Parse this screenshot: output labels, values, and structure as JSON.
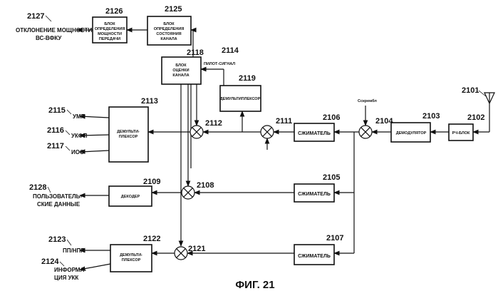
{
  "figure": {
    "caption": "ФИГ. 21"
  },
  "blocks": {
    "b2126": {
      "ref": "2126",
      "lines": [
        "БЛОК",
        "ОПРЕДЕЛЕНИЯ",
        "МОЩНОСТИ",
        "ПЕРЕДАЧИ"
      ]
    },
    "b2125": {
      "ref": "2125",
      "lines": [
        "БЛОК",
        "ОПРЕДЕЛЕНИЯ",
        "СОСТОЯНИЯ",
        "КАНАЛА"
      ]
    },
    "b2118": {
      "ref": "2118",
      "lines": [
        "БЛОК",
        "ОЦЕНКИ",
        "КАНАЛА"
      ]
    },
    "b2119": {
      "ref": "2119",
      "lines": [
        "ДЕМУЛЬТИПЛЕКСОР"
      ]
    },
    "b2113": {
      "ref": "2113",
      "lines": [
        "ДЕМУЛЬТИ-",
        "ПЛЕКСОР"
      ]
    },
    "b2109": {
      "ref": "2109",
      "lines": [
        "ДЕКОДЕР"
      ]
    },
    "b2122": {
      "ref": "2122",
      "lines": [
        "ДЕМУЛЬТИ-",
        "ПЛЕКСОР"
      ]
    },
    "b2106": {
      "ref": "2106",
      "lines": [
        "СЖИМАТЕЛЬ"
      ]
    },
    "b2105": {
      "ref": "2105",
      "lines": [
        "СЖИМАТЕЛЬ"
      ]
    },
    "b2107": {
      "ref": "2107",
      "lines": [
        "СЖИМАТЕЛЬ"
      ]
    },
    "b2103": {
      "ref": "2103",
      "lines": [
        "ДЕМОДУЛЯТОР"
      ]
    },
    "b2102": {
      "ref": "2102",
      "lines": [
        "РЧ-БЛОК"
      ]
    }
  },
  "mixers": {
    "m2112": "2112",
    "m2111": "2111",
    "m2104": "2104",
    "m2108": "2108",
    "m2121": "2121"
  },
  "refs": {
    "antenna": "2101",
    "out_power": "2127",
    "pilot_node": "2114",
    "ump": "2115",
    "ukfp": "2116",
    "ios": "2117",
    "userdata": "2128",
    "pp": "2123",
    "ukk": "2124"
  },
  "signals": {
    "out_power": [
      "ОТКЛОНЕНИЕ МОЩНОСТИ",
      "ВС-ВФКУ"
    ],
    "pilot": "ПИЛОТ-СИГНАЛ",
    "cscrambl": "Cскрембл",
    "ump": "УМП",
    "ukfp": "УКФП",
    "ios": "ИОС",
    "userdata": [
      "ПОЛЬЗОВАТЕЛЬ-",
      "СКИЕ  ДАННЫЕ"
    ],
    "pp": "ПП/НПП",
    "ukk": [
      "ИНФОРМА-",
      "ЦИЯ УКК"
    ]
  }
}
